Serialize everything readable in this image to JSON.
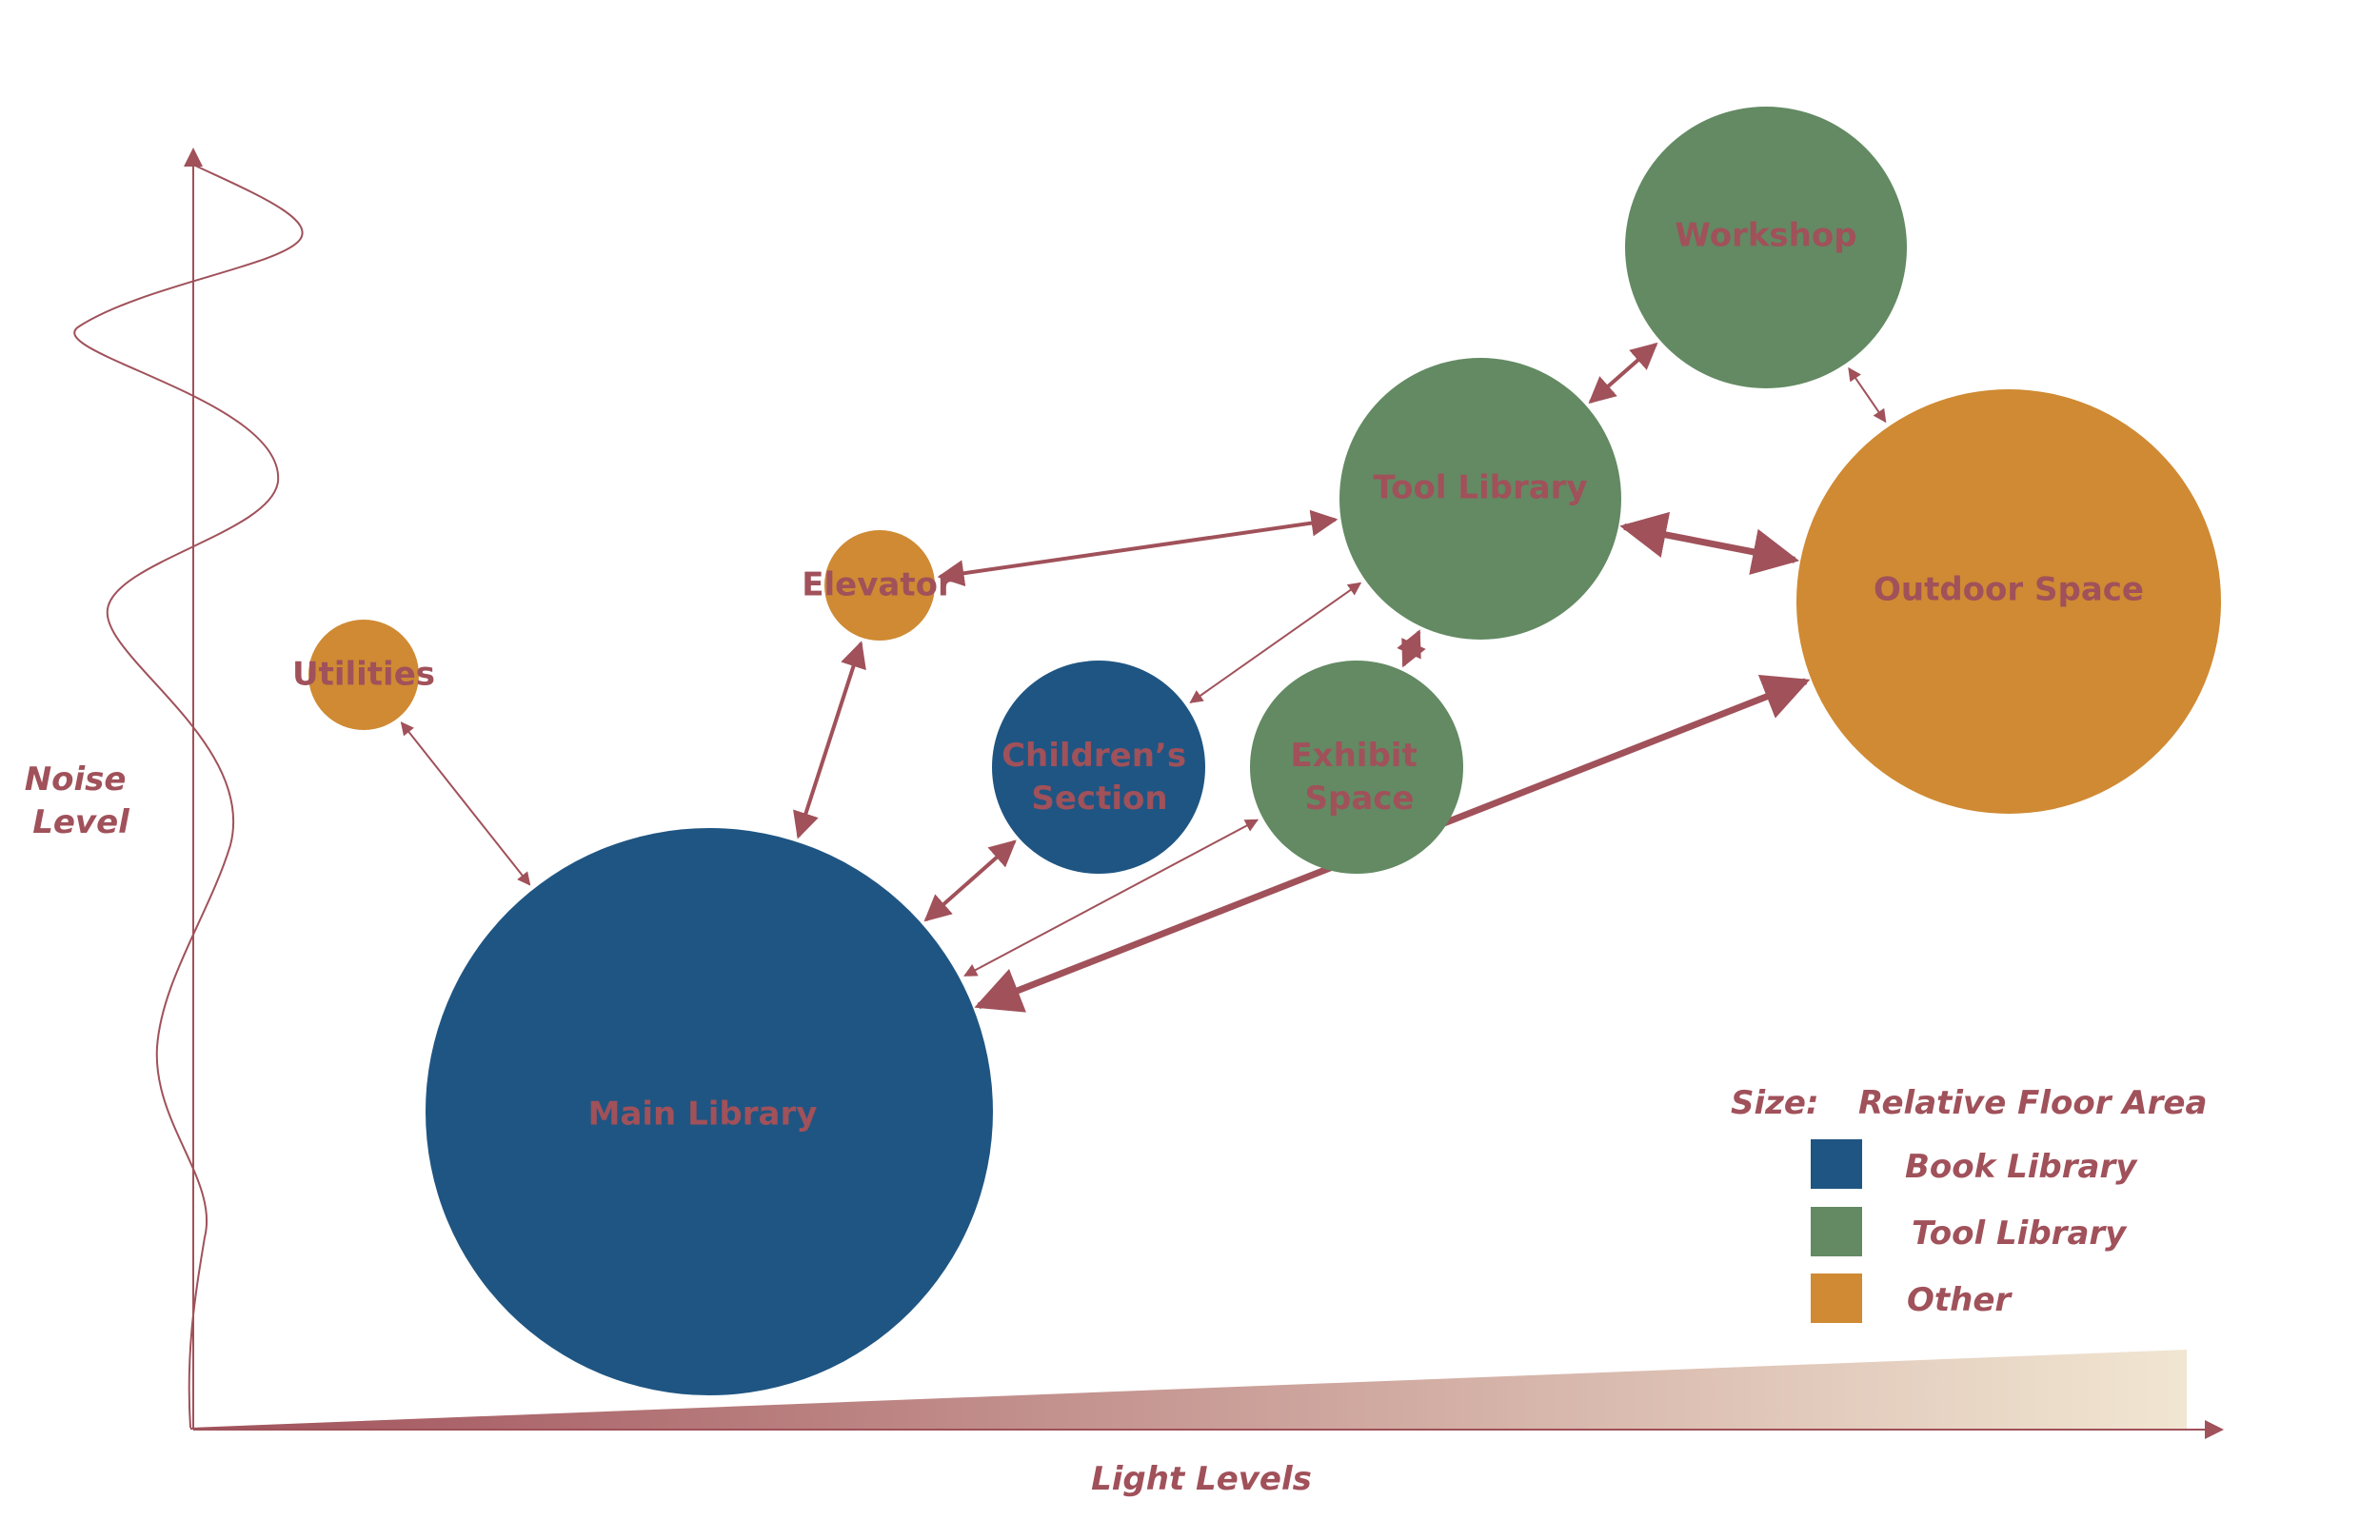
{
  "colors": {
    "book_library": "#1f5582",
    "tool_library": "#638a63",
    "other": "#cf8a33",
    "accent": "#a0515a",
    "ramp_start": "#a0515a",
    "ramp_end": "#f1e6d2"
  },
  "axes": {
    "y_label_line1": "Noise",
    "y_label_line2": "Level",
    "x_label": "Light Levels"
  },
  "nodes": {
    "main_library": {
      "label": "Main Library",
      "category": "book_library"
    },
    "childrens_section": {
      "label_line1": "Children’s",
      "label_line2": "Section",
      "category": "book_library"
    },
    "elevator": {
      "label": "Elevator",
      "category": "other"
    },
    "utilities": {
      "label": "Utilities",
      "category": "other"
    },
    "exhibit_space": {
      "label_line1": "Exhibit",
      "label_line2": "Space",
      "category": "tool_library"
    },
    "tool_library": {
      "label": "Tool Library",
      "category": "tool_library"
    },
    "workshop": {
      "label": "Workshop",
      "category": "tool_library"
    },
    "outdoor_space": {
      "label": "Outdoor Space",
      "category": "other"
    }
  },
  "legend": {
    "size_label": "Size:",
    "size_meaning": "Relative Floor Area",
    "items": [
      {
        "label": "Book Library"
      },
      {
        "label": "Tool Library"
      },
      {
        "label": "Other"
      }
    ]
  },
  "connections": [
    {
      "from": "utilities",
      "to": "main_library",
      "weight": "thin"
    },
    {
      "from": "elevator",
      "to": "main_library",
      "weight": "medium"
    },
    {
      "from": "elevator",
      "to": "tool_library",
      "weight": "medium"
    },
    {
      "from": "childrens_section",
      "to": "main_library",
      "weight": "medium"
    },
    {
      "from": "childrens_section",
      "to": "tool_library",
      "weight": "thin"
    },
    {
      "from": "exhibit_space",
      "to": "main_library",
      "weight": "thin"
    },
    {
      "from": "exhibit_space",
      "to": "tool_library",
      "weight": "medium"
    },
    {
      "from": "main_library",
      "to": "outdoor_space",
      "weight": "thick"
    },
    {
      "from": "tool_library",
      "to": "workshop",
      "weight": "medium"
    },
    {
      "from": "tool_library",
      "to": "outdoor_space",
      "weight": "thick"
    },
    {
      "from": "workshop",
      "to": "outdoor_space",
      "weight": "thin"
    }
  ]
}
